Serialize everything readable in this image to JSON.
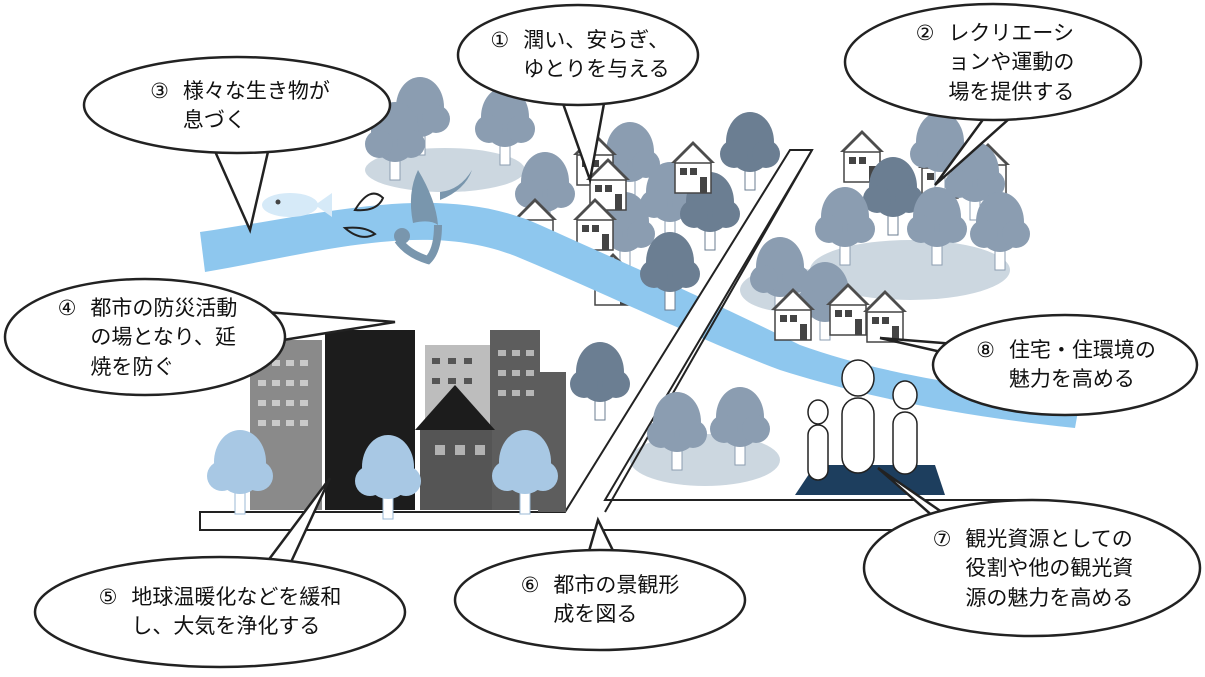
{
  "callouts": [
    {
      "number": "①",
      "text": "潤い、安らぎ、\nゆとりを与える"
    },
    {
      "number": "②",
      "text": "レクリエーシ\nョンや運動の\n場を提供する"
    },
    {
      "number": "③",
      "text": "様々な生き物が\n息づく"
    },
    {
      "number": "④",
      "text": "都市の防災活動\nの場となり、延\n焼を防ぐ"
    },
    {
      "number": "⑤",
      "text": "地球温暖化などを緩和\nし、大気を浄化する"
    },
    {
      "number": "⑥",
      "text": "都市の景観形\n成を図る"
    },
    {
      "number": "⑦",
      "text": "観光資源としての\n役割や他の観光資\n源の魅力を高める"
    },
    {
      "number": "⑧",
      "text": "住宅・住環境の\n魅力を高める"
    }
  ],
  "colors": {
    "river": "#8ec7ee",
    "ground": "#ccd7e0",
    "tree_dark": "#6b7e92",
    "tree_mid": "#8b9db1",
    "tree_light": "#a8c8e4",
    "building_black": "#1c1c1c",
    "building_gray": "#8a8a8a",
    "plaza": "#1d3e5e"
  }
}
